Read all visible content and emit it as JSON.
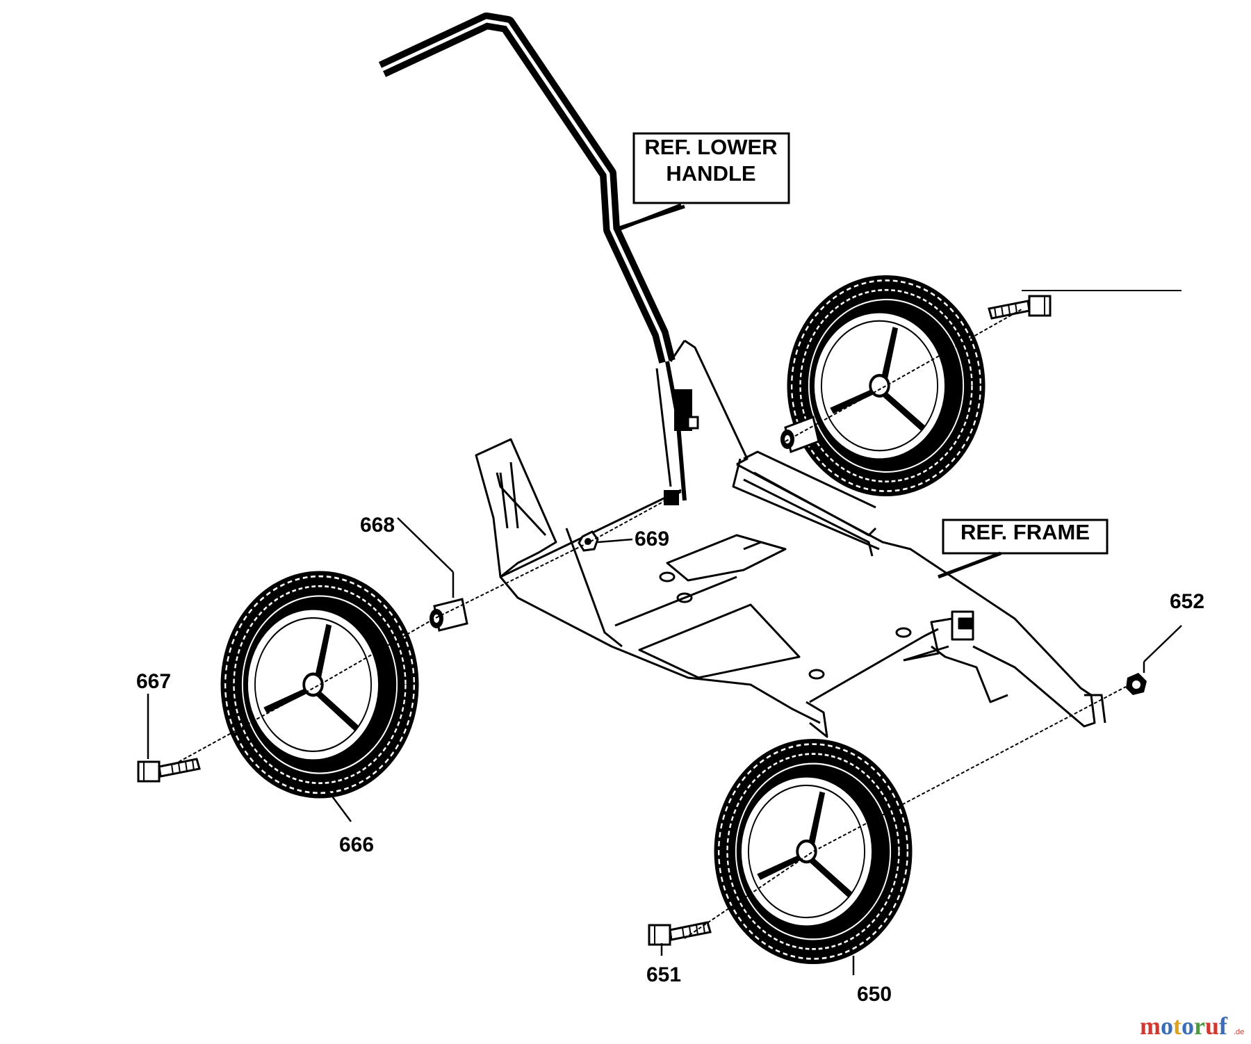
{
  "references": {
    "lower_handle": {
      "line1": "REF. LOWER",
      "line2": "HANDLE"
    },
    "frame": "REF. FRAME"
  },
  "part_numbers": {
    "p650": "650",
    "p651": "651",
    "p652": "652",
    "p666": "666",
    "p667": "667",
    "p668": "668",
    "p669": "669"
  },
  "watermark": {
    "letters": [
      "m",
      "o",
      "t",
      "o",
      "r",
      "u",
      "f"
    ],
    "suffix": ".de",
    "colors": [
      "#d2382f",
      "#3b6cb7",
      "#e0a21b",
      "#3b6cb7",
      "#4a9a3f",
      "#d2382f",
      "#3b6cb7"
    ]
  },
  "colors": {
    "ink": "#000000",
    "paper": "#ffffff"
  }
}
